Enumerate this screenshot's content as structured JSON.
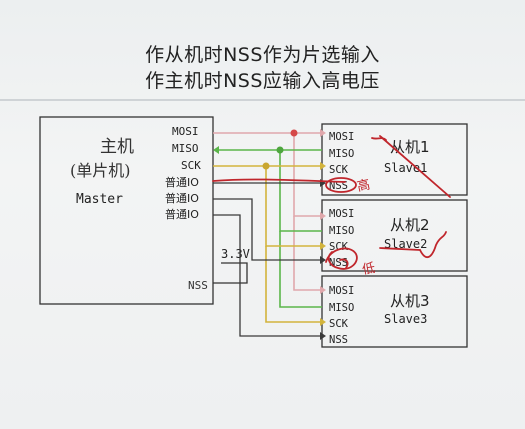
{
  "title_line1": "作从机时NSS作为片选输入",
  "title_line2": "作主机时NSS应输入高电压",
  "master": {
    "name_cn": "主机",
    "name_sub": "(单片机)",
    "name_en": "Master",
    "pins": [
      "MOSI",
      "MISO",
      "SCK",
      "普通IO",
      "普通IO",
      "普通IO",
      "NSS"
    ],
    "voltage": "3.3V"
  },
  "slaves": [
    {
      "name_cn": "从机1",
      "name_en": "Slave1",
      "pins": [
        "MOSI",
        "MISO",
        "SCK",
        "NSS"
      ]
    },
    {
      "name_cn": "从机2",
      "name_en": "Slave2",
      "pins": [
        "MOSI",
        "MISO",
        "SCK",
        "NSS"
      ]
    },
    {
      "name_cn": "从机3",
      "name_en": "Slave3",
      "pins": [
        "MOSI",
        "MISO",
        "SCK",
        "NSS"
      ]
    }
  ],
  "annotations": {
    "handwritten_1": "高",
    "handwritten_2": "低"
  },
  "colors": {
    "mosi": "#e0a8ac",
    "miso": "#5bb64a",
    "sck": "#d3b43c",
    "nss": "#3a3a3a",
    "ink": "#c0262c",
    "box": "#333333"
  }
}
